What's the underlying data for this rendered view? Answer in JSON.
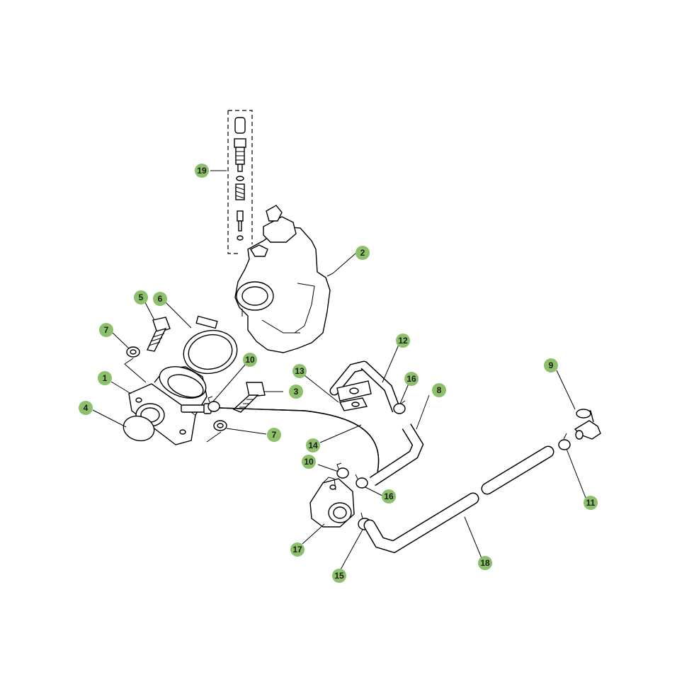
{
  "accent_color": "#8dc06a",
  "callouts": [
    {
      "id": "c1",
      "label": "1"
    },
    {
      "id": "c2",
      "label": "2"
    },
    {
      "id": "c3",
      "label": "3"
    },
    {
      "id": "c4",
      "label": "4"
    },
    {
      "id": "c5",
      "label": "5"
    },
    {
      "id": "c6",
      "label": "6"
    },
    {
      "id": "c7a",
      "label": "7"
    },
    {
      "id": "c7b",
      "label": "7"
    },
    {
      "id": "c8",
      "label": "8"
    },
    {
      "id": "c9",
      "label": "9"
    },
    {
      "id": "c10a",
      "label": "10"
    },
    {
      "id": "c10b",
      "label": "10"
    },
    {
      "id": "c11",
      "label": "11"
    },
    {
      "id": "c12",
      "label": "12"
    },
    {
      "id": "c13",
      "label": "13"
    },
    {
      "id": "c14",
      "label": "14"
    },
    {
      "id": "c15",
      "label": "15"
    },
    {
      "id": "c16a",
      "label": "16"
    },
    {
      "id": "c16b",
      "label": "16"
    },
    {
      "id": "c17",
      "label": "17"
    },
    {
      "id": "c18",
      "label": "18"
    },
    {
      "id": "c19",
      "label": "19"
    }
  ]
}
